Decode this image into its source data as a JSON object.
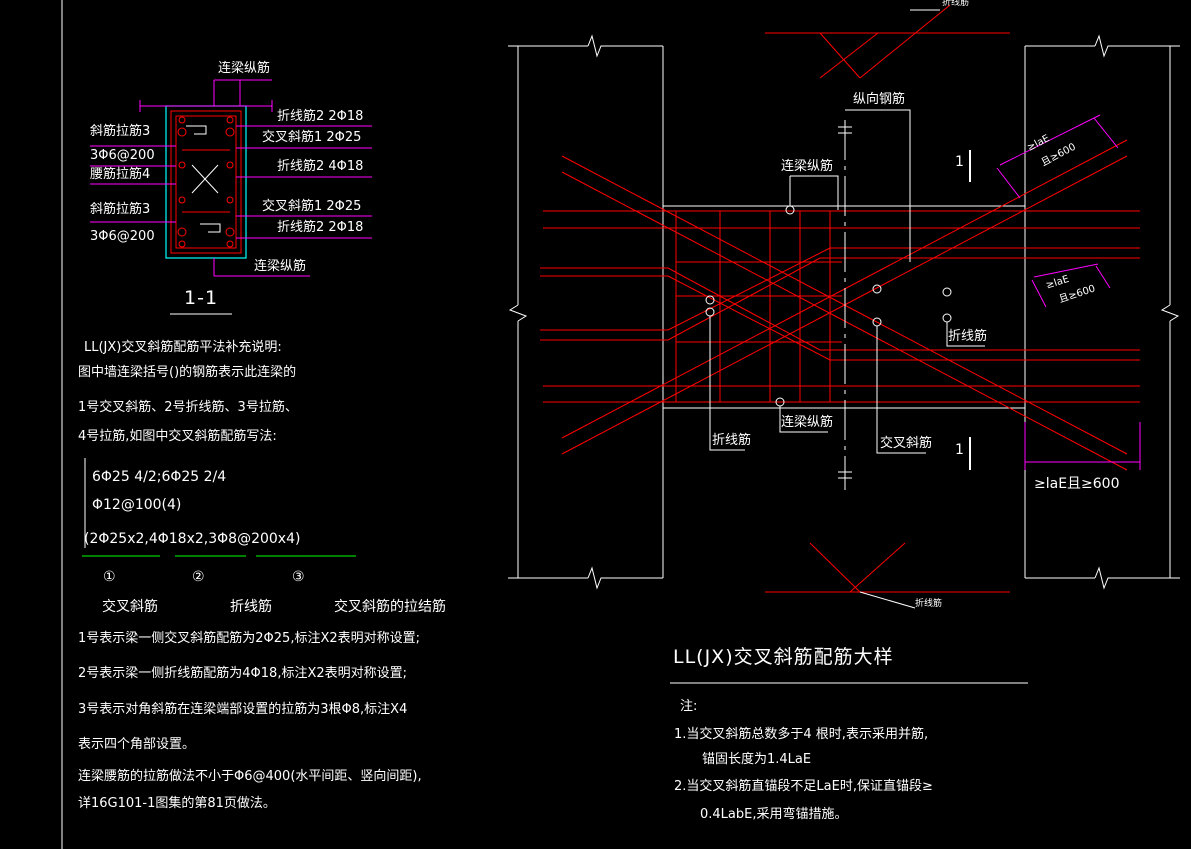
{
  "section": {
    "top_label": "连梁纵筋",
    "bottom_label": "连梁纵筋",
    "title": "1-1",
    "left": [
      "斜筋拉筋3",
      "3Φ6@200",
      "腰筋拉筋4",
      "斜筋拉筋3",
      "3Φ6@200"
    ],
    "right": [
      "折线筋2 2Φ18",
      "交叉斜筋1 2Φ25",
      "折线筋2 4Φ18",
      "交叉斜筋1 2Φ25",
      "折线筋2 2Φ18"
    ]
  },
  "notes_left": {
    "heading": "LL(JX)交叉斜筋配筋平法补充说明:",
    "lines": [
      "图中墙连梁括号()的钢筋表示此连梁的",
      "1号交叉斜筋、2号折线筋、3号拉筋、",
      "4号拉筋,如图中交叉斜筋配筋写法:"
    ],
    "code": [
      "6Φ25 4/2;6Φ25 2/4",
      "Φ12@100(4)",
      "(2Φ25x2,4Φ18x2,3Φ8@200x4)"
    ],
    "markers": [
      "①",
      "②",
      "③"
    ],
    "marker_labels": [
      "交叉斜筋",
      "折线筋",
      "交叉斜筋的拉结筋"
    ],
    "explain": [
      "1号表示梁一侧交叉斜筋配筋为2Φ25,标注X2表明对称设置;",
      "2号表示梁一侧折线筋配筋为4Φ18,标注X2表明对称设置;",
      "3号表示对角斜筋在连梁端部设置的拉筋为3根Φ8,标注X4",
      "表示四个角部设置。",
      "连梁腰筋的拉筋做法不小于Φ6@400(水平间距、竖向间距),",
      "详16G101-1图集的第81页做法。"
    ]
  },
  "detail": {
    "top_tag": "折线筋",
    "bottom_tag": "折线筋",
    "longitudinal": "纵向钢筋",
    "beam_long_top": "连梁纵筋",
    "beam_long_bottom": "连梁纵筋",
    "bent_left": "折线筋",
    "bent_right": "折线筋",
    "cross": "交叉斜筋",
    "sec_mark_top": "1",
    "sec_mark_bottom": "1",
    "anchor1_a": "≥laE",
    "anchor1_b": "且≥600",
    "anchor2_a": "≥laE",
    "anchor2_b": "且≥600",
    "anchor3": "≥laE且≥600",
    "title": "LL(JX)交叉斜筋配筋大样",
    "note_head": "注:",
    "notes": [
      "1.当交叉斜筋总数多于4 根时,表示采用并筋,",
      "锚固长度为1.4LaE",
      "2.当交叉斜筋直锚段不足LaE时,保证直锚段≥",
      "0.4LabE,采用弯锚措施。"
    ]
  },
  "colors": {
    "red": "#ff0000",
    "white": "#ffffff",
    "magenta": "#ff00ff",
    "cyan": "#00ffff",
    "green": "#00ff00",
    "bg": "#000000"
  }
}
